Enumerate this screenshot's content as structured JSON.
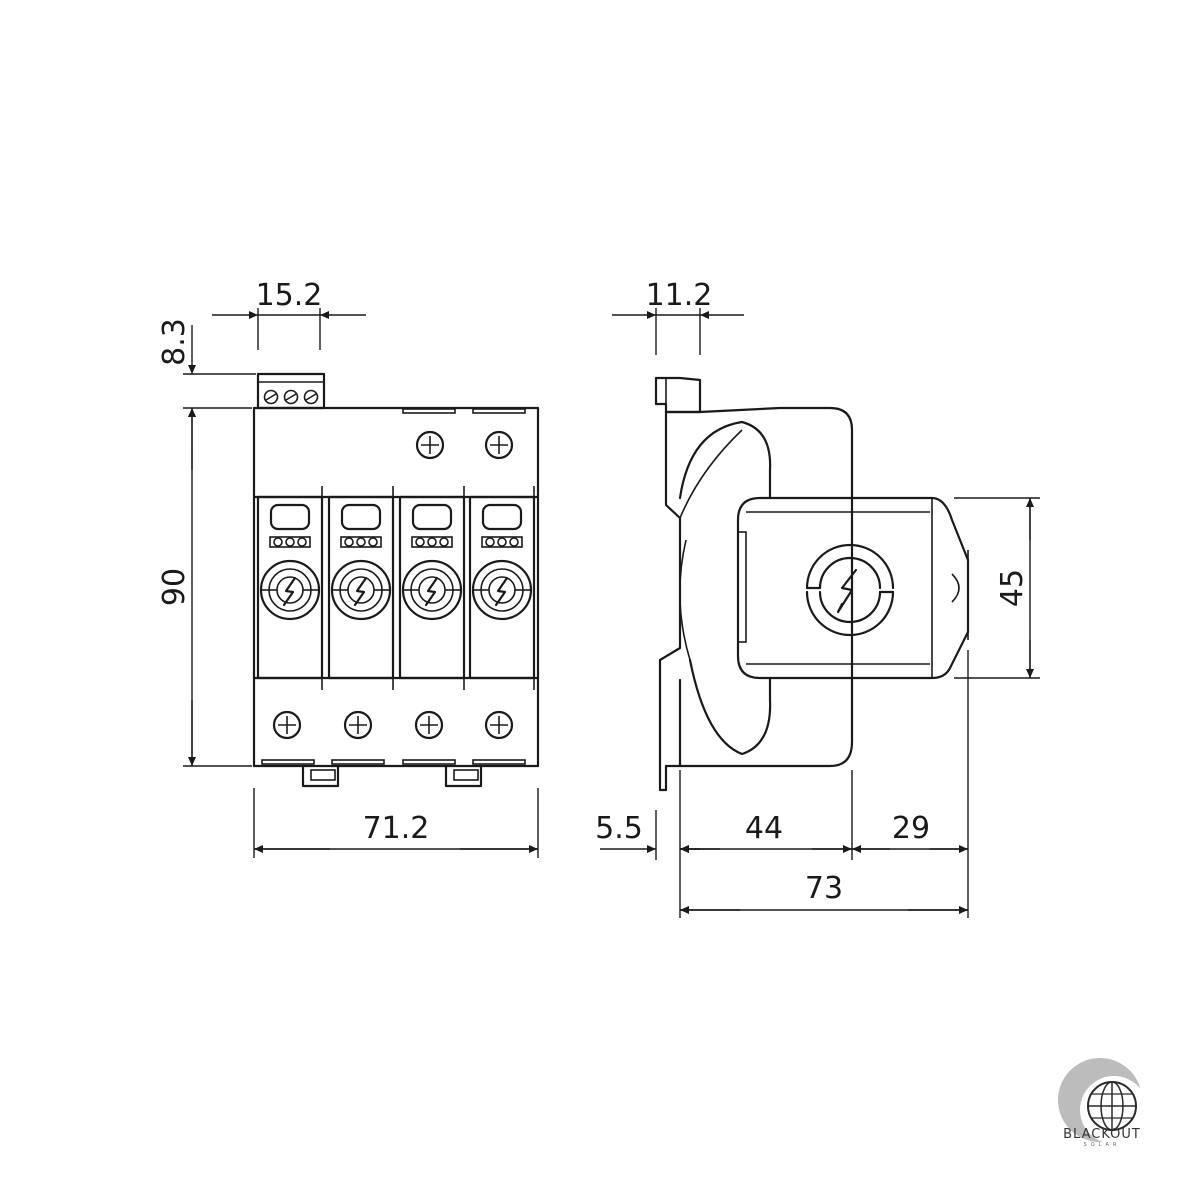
{
  "front_view": {
    "dims": {
      "pitch": "15.2",
      "terminal_height": "8.3",
      "height": "90",
      "width": "71.2"
    }
  },
  "side_view": {
    "dims": {
      "rail_width": "11.2",
      "module_height": "45",
      "rail_depth": "5.5",
      "body_depth": "44",
      "module_depth": "29",
      "total_depth": "73"
    }
  },
  "logo": {
    "text": "BLACKOUT",
    "subtext": "SOLAR"
  },
  "colors": {
    "line": "#1a1a1a",
    "background": "#ffffff"
  }
}
